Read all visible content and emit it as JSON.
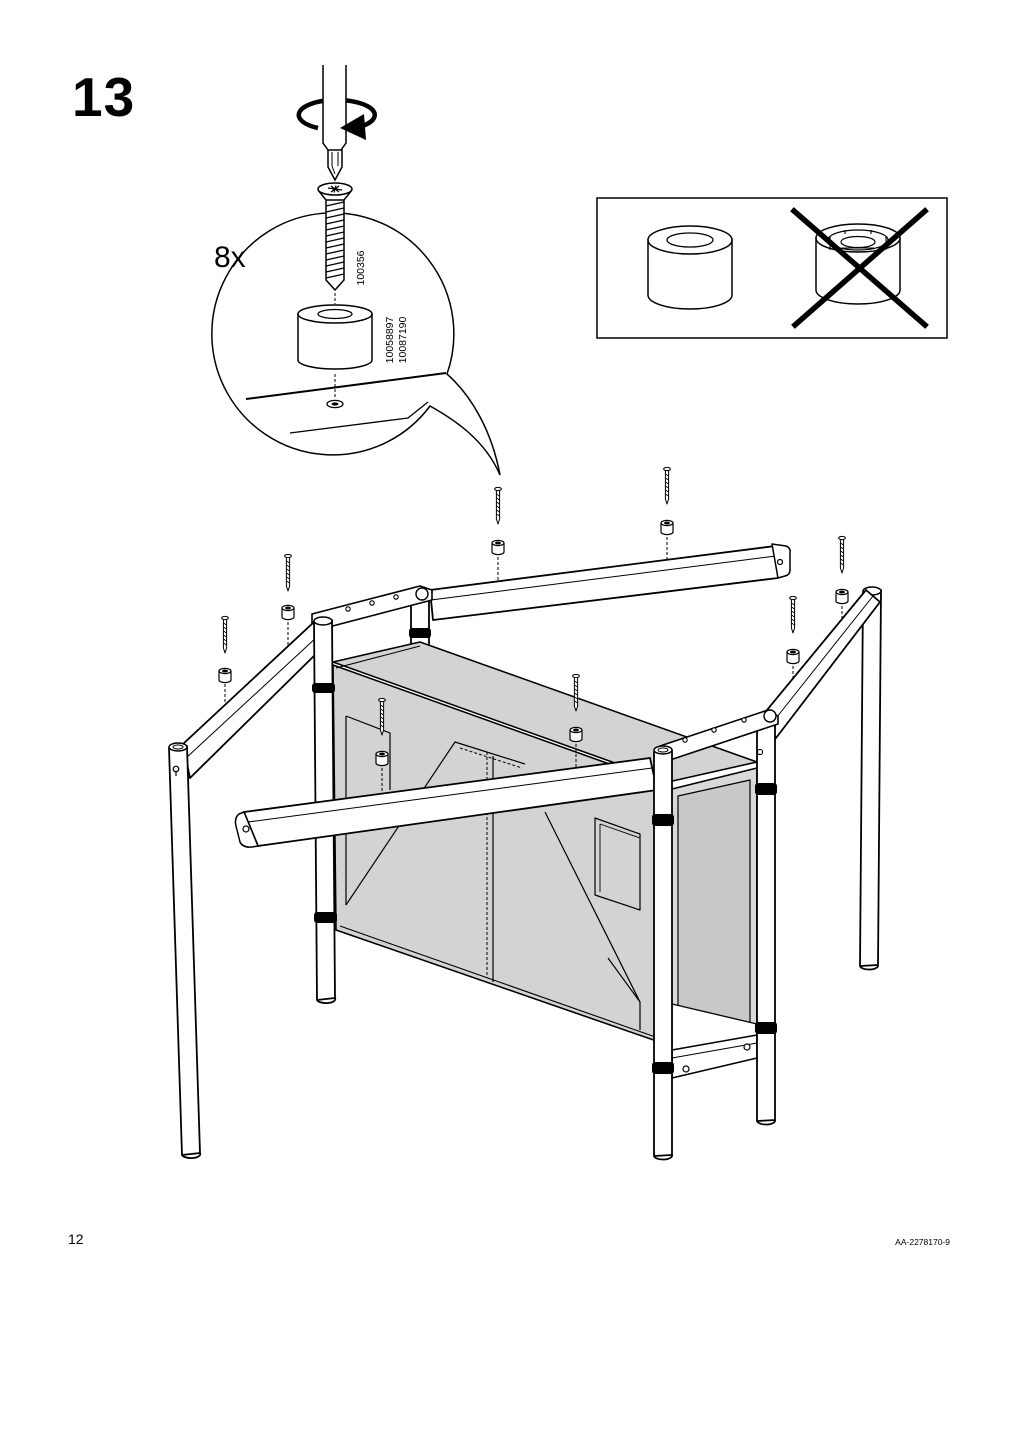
{
  "page": {
    "step_number": "13",
    "page_number": "12",
    "document_code": "AA-2278170-9"
  },
  "detail_callout": {
    "quantity": "8x",
    "screw_part_number": "100356",
    "spacer_part_numbers": [
      "10058897",
      "10087190"
    ]
  },
  "icons": [
    "screwdriver-rotate-icon",
    "correct-spacer-icon",
    "incorrect-spacer-crossed-icon"
  ],
  "colors": {
    "ink": "#000000",
    "paper": "#ffffff",
    "panel_grey": "#d3d3d3"
  }
}
